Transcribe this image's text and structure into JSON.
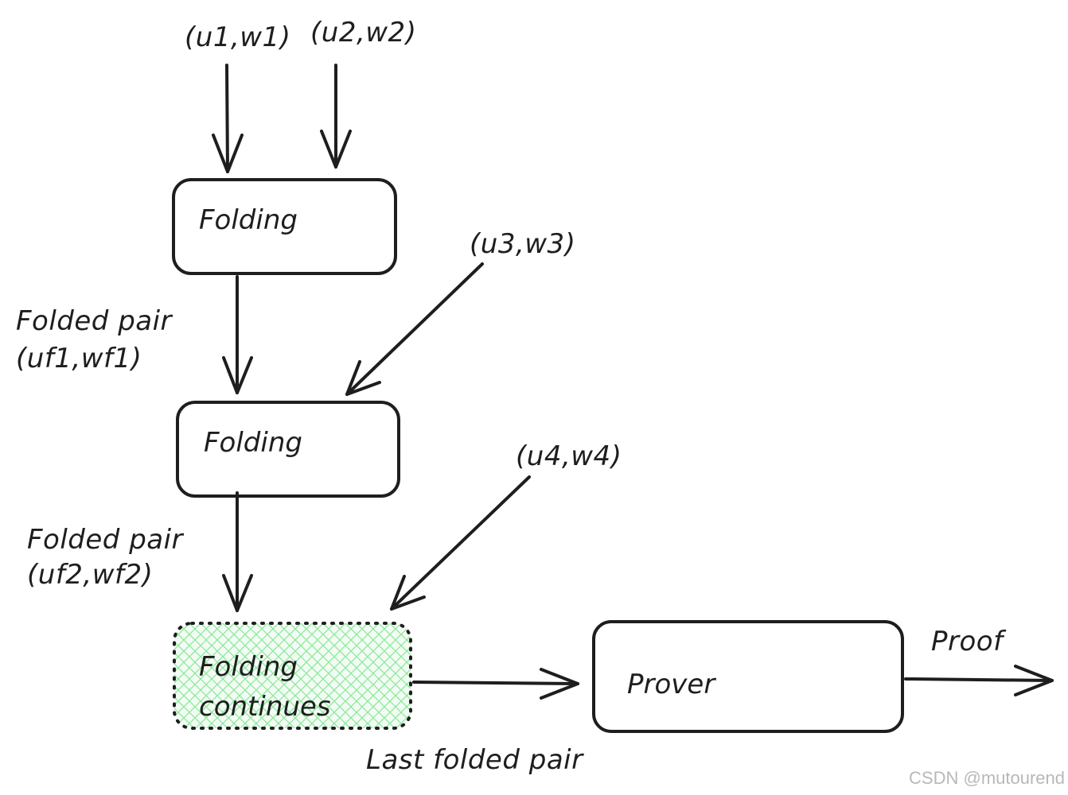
{
  "nodes": {
    "folding1": {
      "label": "Folding",
      "fill": "#ffc9c9"
    },
    "folding2": {
      "label": "Folding",
      "fill": "#ffc9c9"
    },
    "folding3": {
      "line1": "Folding",
      "line2": "continues",
      "fill": "#b2f2bb"
    },
    "prover": {
      "label": "Prover",
      "fill": "#a5d8ff"
    }
  },
  "inputs": {
    "in1": "(u1,w1)",
    "in2": "(u2,w2)",
    "in3": "(u3,w3)",
    "in4": "(u4,w4)"
  },
  "edge_labels": {
    "fold1_line1": "Folded pair",
    "fold1_line2": "(uf1,wf1)",
    "fold2_line1": "Folded pair",
    "fold2_line2": "(uf2,wf2)",
    "last": "Last folded pair",
    "proof": "Proof"
  },
  "watermark": "CSDN @mutourend",
  "colors": {
    "stroke": "#1e1e1e",
    "red": "#ffc9c9",
    "green": "#b2f2bb",
    "blue": "#a5d8ff"
  }
}
